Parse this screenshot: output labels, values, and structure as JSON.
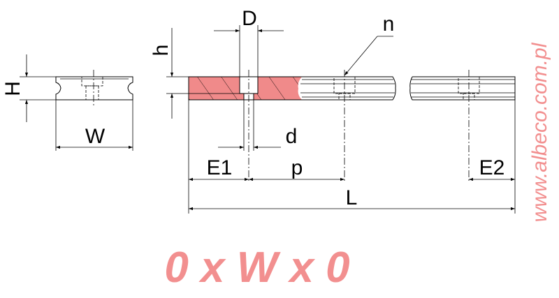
{
  "colors": {
    "section_fill": "#f08a8a",
    "accent": "#f28f8f",
    "line": "#000000"
  },
  "labels": {
    "H": "H",
    "W": "W",
    "h": "h",
    "D": "D",
    "n": "n",
    "d": "d",
    "E1": "E1",
    "p": "p",
    "E2": "E2",
    "L": "L"
  },
  "title": "0 x W x 0",
  "watermark": "www.albeco.com.pl"
}
